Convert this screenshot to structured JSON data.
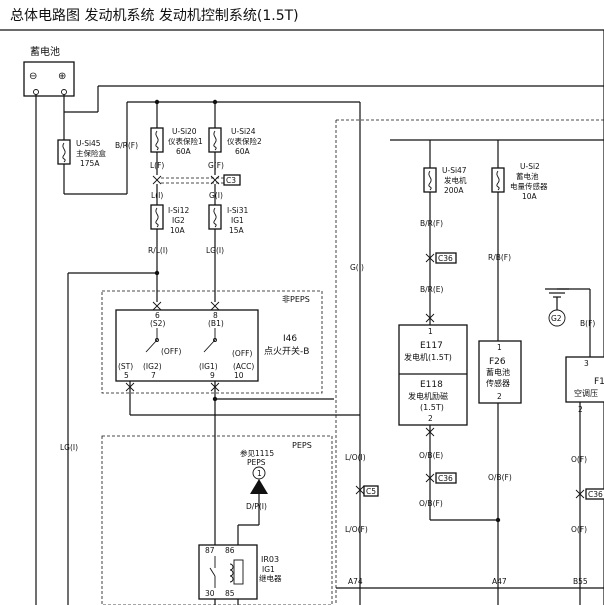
{
  "title": "总体电路图  发动机系统  发动机控制系统(1.5T)",
  "battery": {
    "label": "蓄电池",
    "minus": "⊖",
    "plus": "⊕"
  },
  "fuses": {
    "usi45": {
      "id": "U-Si45",
      "name": "主保险盒",
      "rating": "175A"
    },
    "usi20": {
      "id": "U-Si20",
      "name": "仪表保险1",
      "rating": "60A"
    },
    "usi24": {
      "id": "U-Si24",
      "name": "仪表保险2",
      "rating": "60A"
    },
    "isi12": {
      "id": "I-Si12",
      "name": "IG2",
      "rating": "10A"
    },
    "isi31": {
      "id": "I-Si31",
      "name": "IG1",
      "rating": "15A"
    },
    "usi47": {
      "id": "U-Si47",
      "name": "发电机",
      "rating": "200A"
    },
    "usi2": {
      "id": "U-Si2",
      "name1": "蓄电池",
      "name2": "电量传感器",
      "rating": "10A"
    }
  },
  "wires": {
    "br_f": "B/R(F)",
    "l_f": "L(F)",
    "g_f": "G(F)",
    "l_i": "L(I)",
    "g_i": "G(I)",
    "rl_i": "R/L(I)",
    "lg_i": "LG(I)",
    "g_i_long": "G(I)",
    "lg_i_left": "LG(I)",
    "br_f2": "B/R(F)",
    "br_e": "B/R(E)",
    "rb_f": "R/B(F)",
    "lo_i": "L/O(I)",
    "lo_f": "L/O(F)",
    "ob_e": "O/B(E)",
    "ob_f": "O/B(F)",
    "ob_f2": "O/B(F)",
    "b_f": "B(F)",
    "o_f": "O(F)",
    "o_f2": "O(F)",
    "dp_i": "D/P(I)"
  },
  "connectors": {
    "c3": "C3",
    "c36a": "C36",
    "c36b": "C36",
    "c5": "C5",
    "c36c": "C36"
  },
  "pins": {
    "sw6": "6",
    "sw6s": "(S2)",
    "sw8": "8",
    "sw8s": "(B1)",
    "sw5": "5",
    "sw7": "7",
    "sw9": "9",
    "sw10": "10",
    "st": "(ST)",
    "ig2": "(IG2)",
    "ig1": "(IG1)",
    "acc": "(ACC)",
    "off1": "(OFF)",
    "off2": "(OFF)",
    "e117_1": "1",
    "e118_2": "2",
    "f26_1": "1",
    "f26_2": "2",
    "f1_3": "3",
    "f1_2": "2",
    "r87": "87",
    "r86": "86",
    "r30": "30",
    "r85": "85"
  },
  "regions": {
    "non_peps": "非PEPS",
    "peps": "PEPS"
  },
  "components": {
    "i46_id": "I46",
    "i46_name": "点火开关-B",
    "e117_id": "E117",
    "e117_name": "发电机(1.5T)",
    "e118_id": "E118",
    "e118_name": "发电机励磁",
    "e118_sub": "(1.5T)",
    "f26_id": "F26",
    "f26_name1": "蓄电池",
    "f26_name2": "传感器",
    "f1_id": "F1",
    "f1_name": "空调压",
    "ir03_id": "IR03",
    "ir03_name1": "IG1",
    "ir03_name2": "继电器",
    "g2": "G2",
    "ref_label": "参见1115",
    "ref_sub": "PEPS",
    "ref_num": "1"
  },
  "bottom": {
    "a74": "A74",
    "a47": "A47",
    "b55": "B55"
  }
}
